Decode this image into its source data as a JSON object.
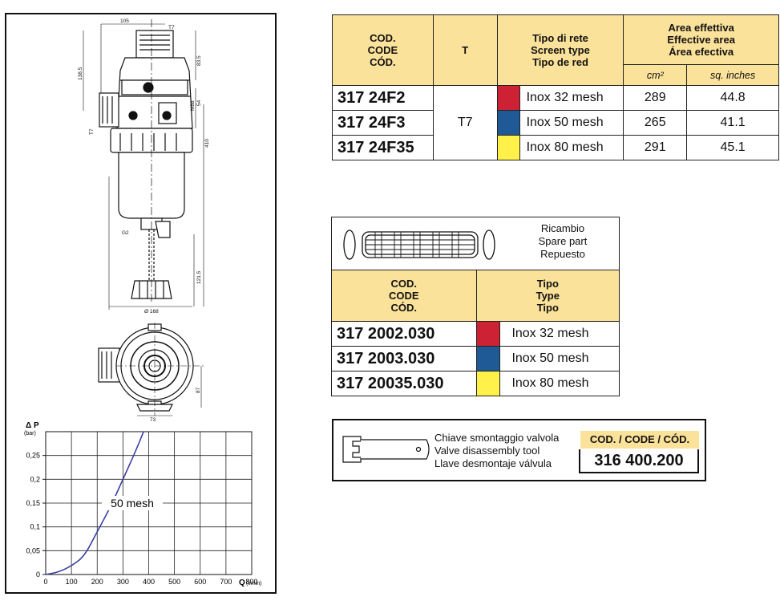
{
  "drawing_dims": {
    "d105": "105",
    "t7_top": "T7",
    "d138_5": "138.5",
    "d83_5": "83.5",
    "d54": "54",
    "d88": "M88",
    "t7_side": "T7",
    "d410": "410",
    "g2": "G2",
    "d121_5": "121.5",
    "d168": "Ø 168",
    "d87": "87",
    "d73": "73"
  },
  "chart_data": {
    "type": "line",
    "title": "",
    "ylabel_symbol": "Δ P",
    "ylabel_unit": "(bar)",
    "xlabel_symbol": "Q",
    "xlabel_unit": "(l/min)",
    "x_ticks": [
      "0",
      "100",
      "200",
      "300",
      "400",
      "500",
      "600",
      "700",
      "800"
    ],
    "y_ticks": [
      "0",
      "0,05",
      "0,1",
      "0,15",
      "0,2",
      "0,25"
    ],
    "xlim": [
      0,
      800
    ],
    "ylim": [
      0,
      0.3
    ],
    "grid": true,
    "series": [
      {
        "name": "50 mesh",
        "color": "#3a3fa0",
        "x": [
          0,
          50,
          100,
          150,
          200,
          250,
          300,
          350,
          380
        ],
        "y": [
          0,
          0.005,
          0.018,
          0.038,
          0.09,
          0.14,
          0.2,
          0.26,
          0.3
        ]
      }
    ]
  },
  "main_table": {
    "headers": {
      "code": [
        "COD.",
        "CODE",
        "CÓD."
      ],
      "t": "T",
      "screen": [
        "Tipo di rete",
        "Screen type",
        "Tipo de red"
      ],
      "area": [
        "Area effettiva",
        "Effective area",
        "Área efectiva"
      ],
      "unit_cm2": "cm²",
      "unit_sq": "sq. inches"
    },
    "t_value": "T7",
    "rows": [
      {
        "code": "317 24F2",
        "color": "#cc2233",
        "screen": "Inox 32 mesh",
        "cm2": "289",
        "sq": "44.8"
      },
      {
        "code": "317 24F3",
        "color": "#1f5a96",
        "screen": "Inox 50 mesh",
        "cm2": "265",
        "sq": "41.1"
      },
      {
        "code": "317 24F35",
        "color": "#fff04a",
        "screen": "Inox 80 mesh",
        "cm2": "291",
        "sq": "45.1"
      }
    ]
  },
  "spare_table": {
    "caption": [
      "Ricambio",
      "Spare part",
      "Repuesto"
    ],
    "headers": {
      "code": [
        "COD.",
        "CODE",
        "CÓD."
      ],
      "type": [
        "Tipo",
        "Type",
        "Tipo"
      ]
    },
    "rows": [
      {
        "code": "317 2002.030",
        "color": "#cc2233",
        "screen": "Inox 32 mesh"
      },
      {
        "code": "317 2003.030",
        "color": "#1f5a96",
        "screen": "Inox 50 mesh"
      },
      {
        "code": "317 20035.030",
        "color": "#fff04a",
        "screen": "Inox 80 mesh"
      }
    ]
  },
  "tool": {
    "lines": [
      "Chiave smontaggio valvola",
      "Valve disassembly tool",
      "Llave desmontaje válvula"
    ],
    "code_label": "COD. / CODE / CÓD.",
    "code_value": "316 400.200"
  }
}
